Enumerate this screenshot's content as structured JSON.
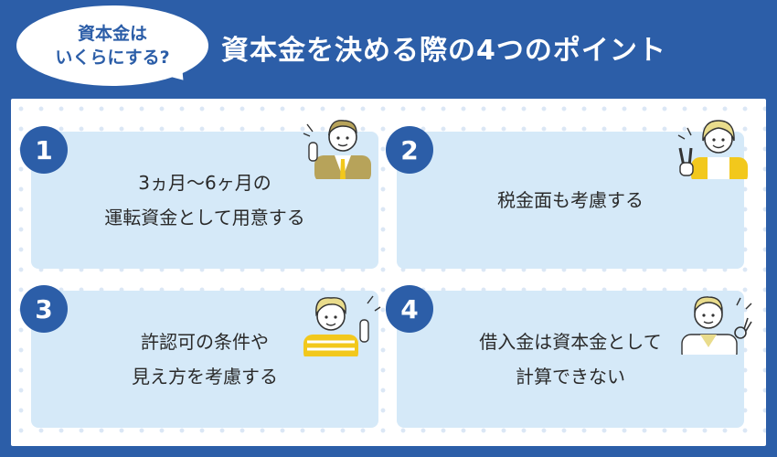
{
  "header": {
    "bubble_line1": "資本金は",
    "bubble_line2": "いくらにする?",
    "title": "資本金を決める際の4つのポイント"
  },
  "points": [
    {
      "number": "1",
      "line1": "3ヵ月〜6ヶ月の",
      "line2": "運転資金として用意する"
    },
    {
      "number": "2",
      "line1": "税金面も考慮する",
      "line2": ""
    },
    {
      "number": "3",
      "line1": "許認可の条件や",
      "line2": "見え方を考慮する"
    },
    {
      "number": "4",
      "line1": "借入金は資本金として",
      "line2": "計算できない"
    }
  ],
  "colors": {
    "primary_blue": "#2c5ea8",
    "card_blue": "#d5e9f8",
    "accent_yellow": "#f2c81c"
  },
  "icons": [
    "man-pointing-icon",
    "woman-peace-sign-icon",
    "man-pointing-up-icon",
    "man-ok-sign-icon"
  ]
}
